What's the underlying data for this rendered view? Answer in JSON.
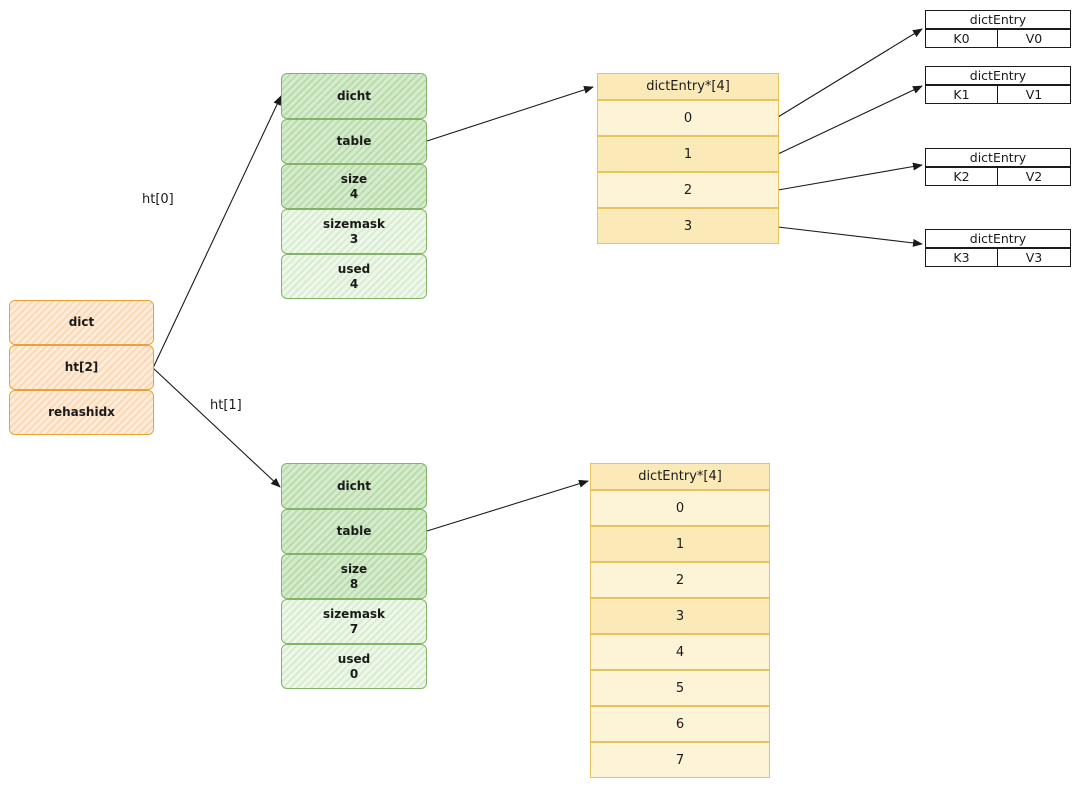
{
  "dict": {
    "title": "dict",
    "ht": "ht[2]",
    "rehashidx": "rehashidx"
  },
  "edges": {
    "ht0": "ht[0]",
    "ht1": "ht[1]"
  },
  "dictht0": {
    "title": "dicht",
    "table": "table",
    "size": "size\n4",
    "sizemask": "sizemask\n3",
    "used": "used\n4"
  },
  "dictht1": {
    "title": "dicht",
    "table": "table",
    "size": "size\n8",
    "sizemask": "sizemask\n7",
    "used": "used\n0"
  },
  "table0": {
    "header": "dictEntry*[4]",
    "slots": [
      "0",
      "1",
      "2",
      "3"
    ]
  },
  "table1": {
    "header": "dictEntry*[4]",
    "slots": [
      "0",
      "1",
      "2",
      "3",
      "4",
      "5",
      "6",
      "7"
    ]
  },
  "entries": [
    {
      "title": "dictEntry",
      "key": "K0",
      "value": "V0"
    },
    {
      "title": "dictEntry",
      "key": "K1",
      "value": "V1"
    },
    {
      "title": "dictEntry",
      "key": "K2",
      "value": "V2"
    },
    {
      "title": "dictEntry",
      "key": "K3",
      "value": "V3"
    }
  ]
}
